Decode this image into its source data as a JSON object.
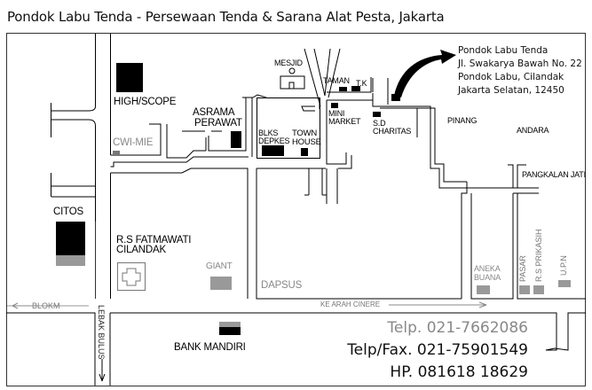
{
  "title": "Pondok Labu Tenda - Persewaan Tenda & Sarana Alat Pesta, Jakarta",
  "address": {
    "name": "Pondok Labu Tenda",
    "street": "Jl. Swakarya Bawah No. 22",
    "area": "Pondok Labu, Cilandak",
    "city": "Jakarta Selatan, 12450"
  },
  "contacts": {
    "telp": "Telp. 021-7662086",
    "telp_fax": "Telp/Fax. 021-75901549",
    "hp": "HP. 081618 18629"
  },
  "landmarks": {
    "highscope": "HIGH/SCOPE",
    "cwimie": "CWI-MIE",
    "asrama_1": "ASRAMA",
    "asrama_2": "PERAWAT",
    "mesjid": "MESJID",
    "bliks_1": "BLKS",
    "bliks_2": "DEPKES",
    "town_1": "TOWN",
    "town_2": "HOUSE",
    "taman": "TAMAN",
    "tk": "T.K",
    "mini_1": "MINI",
    "mini_2": "MARKET",
    "sd_1": "S.D",
    "sd_2": "CHARITAS",
    "pinang": "PINANG",
    "andara": "ANDARA",
    "pangkalan": "PANGKALAN JATI",
    "citos": "CITOS",
    "fatmawati_1": "R.S FATMAWATI",
    "fatmawati_2": "CILANDAK",
    "giant": "GIANT",
    "dapsus": "DAPSUS",
    "aneka_1": "ANEKA",
    "aneka_2": "BUANA",
    "pasar": "PASAR",
    "prikasih": "R.S PRIKASIH",
    "upn": "U.P.N",
    "mandiri": "BANK MANDIRI"
  },
  "roads": {
    "blokm": "BLOKM",
    "cinere": "KE ARAH CINERE",
    "lebak": "LEBAK BULUS"
  }
}
